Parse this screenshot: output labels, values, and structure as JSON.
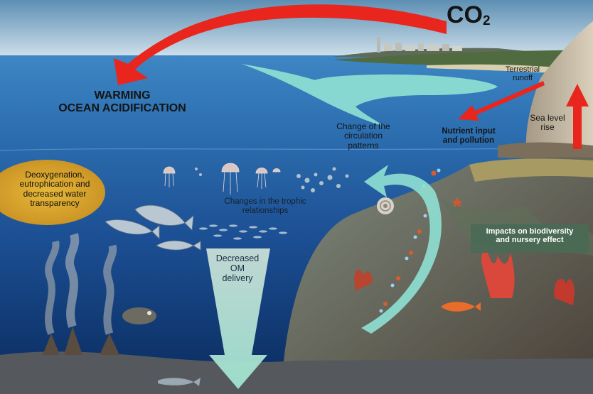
{
  "labels": {
    "co2_main": "CO",
    "co2_sub": "2",
    "warming": "WARMING\nOCEAN ACIDIFICATION",
    "terrestrial_runoff": "Terrestrial\nrunoff",
    "nutrient_input": "Nutrient input\nand pollution",
    "sea_level": "Sea level\nrise",
    "circulation": "Change of the\ncirculation\npatterns",
    "deoxygenation": "Deoxygenation,\neutrophication and\ndecreased water\ntransparency",
    "trophic": "Changes in the trophic\nrelationships",
    "biodiversity": "Impacts on biodiversity\nand nursery effect",
    "om_delivery": "Decreased\nOM\ndelivery"
  },
  "colors": {
    "sky_top": "#5d8fb4",
    "sky_bottom": "#cfe0ea",
    "sea_surface": "#3e86c4",
    "sea_deep": "#0a2a5c",
    "red_arrow": "#e8261e",
    "teal_arrow": "#8fe0d4",
    "deox_badge": "#d9a62c",
    "impacts_badge": "#4a6a55",
    "rock": "#8a7a66",
    "seafloor": "#55595e"
  },
  "icons": [
    "jellyfish-icon",
    "fish-icon",
    "snail-shell-icon",
    "hydrothermal-vent-icon",
    "coral-icon",
    "city-skyline-icon"
  ]
}
